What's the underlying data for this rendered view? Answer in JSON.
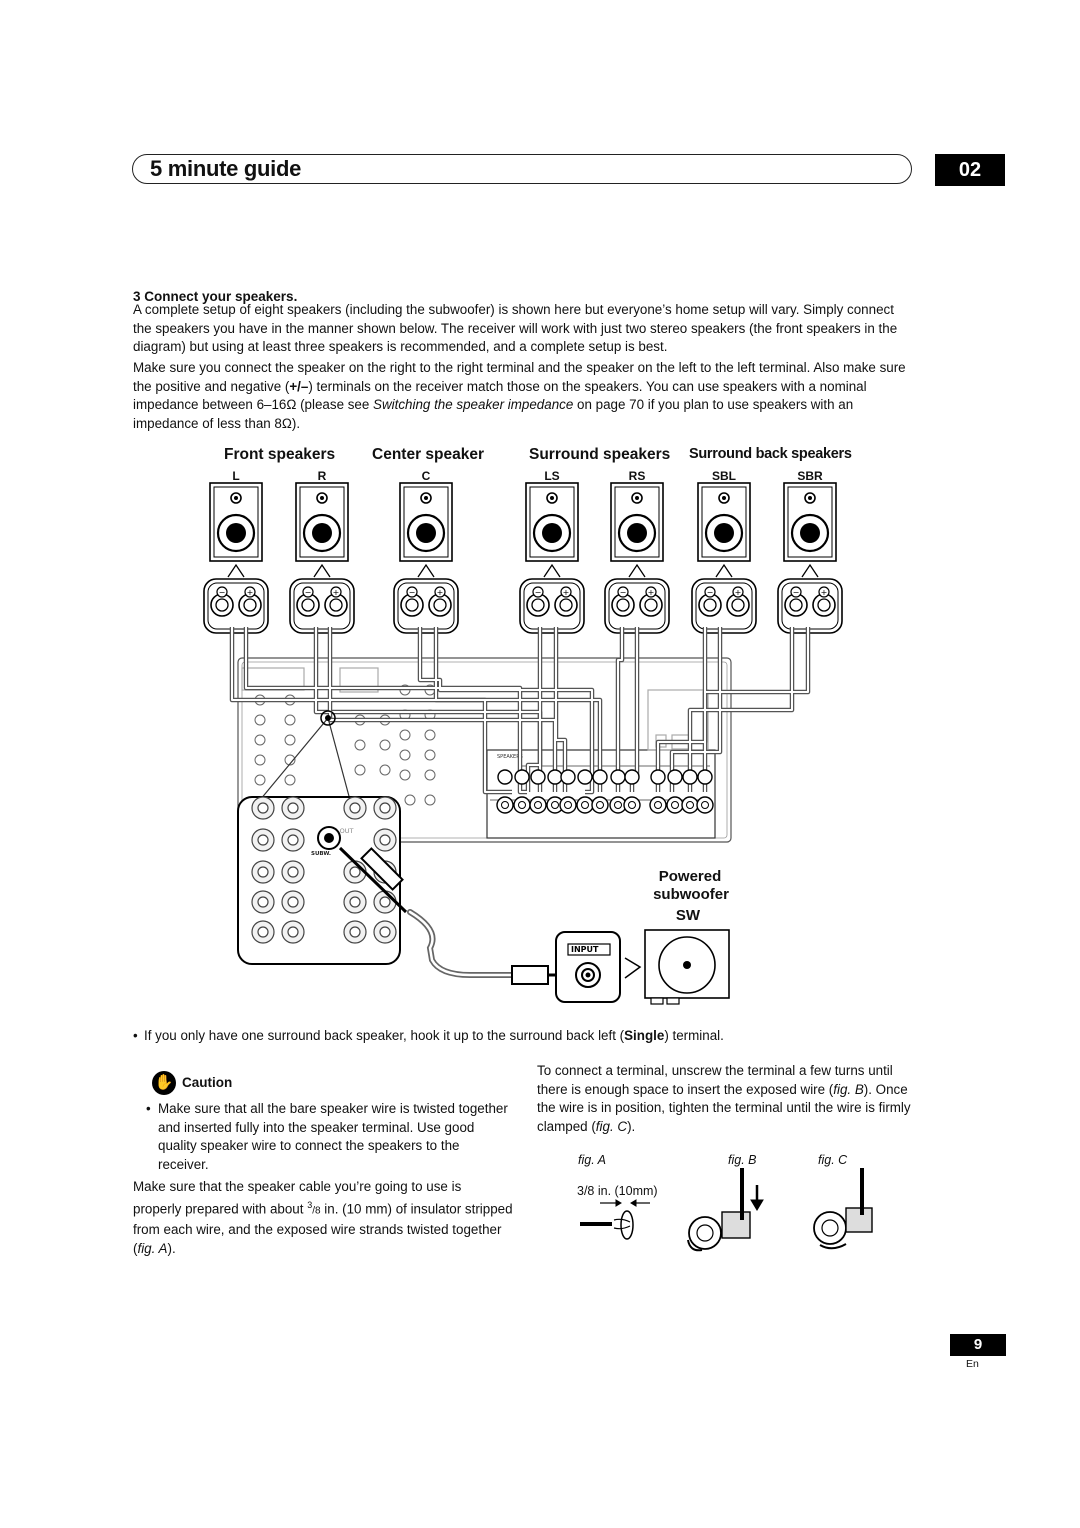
{
  "header": {
    "title": "5 minute guide",
    "chapter": "02"
  },
  "step": {
    "title": "3   Connect your speakers.",
    "para1": "A complete setup of eight speakers (including the subwoofer) is shown here but everyone’s home setup will vary. Simply connect the speakers you have in the manner shown below. The receiver will work with just two stereo speakers (the front speakers in the diagram) but using at least three speakers is recommended, and a complete setup is best.",
    "para2_a": "Make sure you connect the speaker on the right to the right terminal and the speaker on the left to the left terminal. Also make sure the positive and negative (",
    "para2_sign": "+/–",
    "para2_b": ") terminals on the receiver match those on the speakers. You can use speakers with a nominal impedance between 6–16Ω (please see ",
    "para2_ref": "Switching the speaker impedance",
    "para2_c": " on page 70 if you plan to use speakers with an impedance of less than 8Ω)."
  },
  "diagram": {
    "groups": {
      "front": "Front speakers",
      "center": "Center speaker",
      "surround": "Surround speakers",
      "surround_back": "Surround back speakers"
    },
    "channels": [
      "L",
      "R",
      "C",
      "LS",
      "RS",
      "SBL",
      "SBR"
    ],
    "subwoofer": {
      "line1": "Powered",
      "line2": "subwoofer",
      "line3": "SW",
      "input_label": "INPUT"
    },
    "receiver_labels": {
      "pre_out": "PRE OUT",
      "subw": "SUBW.",
      "speakers": "SPEAKERS"
    }
  },
  "bullet_single": {
    "text_a": "If you only have one surround back speaker, hook it up to the surround back left (",
    "bold": "Single",
    "text_b": ") terminal."
  },
  "caution": {
    "title": "Caution",
    "item": "Make sure that all the bare speaker wire is twisted together and inserted fully into the speaker terminal. Use good quality speaker wire to connect the speakers to the receiver."
  },
  "left_para": {
    "a": "Make sure that the speaker cable you’re going to use is properly prepared with about ",
    "frac_num": "3",
    "frac_den": "/8",
    "b": " in. (10 mm) of insulator stripped from each wire, and the exposed wire strands twisted together (",
    "ref": "fig. A",
    "c": ")."
  },
  "right_para": {
    "a": "To connect a terminal, unscrew the terminal a few turns until there is enough space to insert the exposed wire (",
    "ref1": "fig. B",
    "b": "). Once the wire is in position, tighten the terminal until the wire is firmly clamped (",
    "ref2": "fig. C",
    "c": ")."
  },
  "figs": {
    "a": "fig. A",
    "b": "fig. B",
    "c": "fig. C",
    "measure": "3/8 in. (10mm)"
  },
  "footer": {
    "page": "9",
    "lang": "En"
  }
}
